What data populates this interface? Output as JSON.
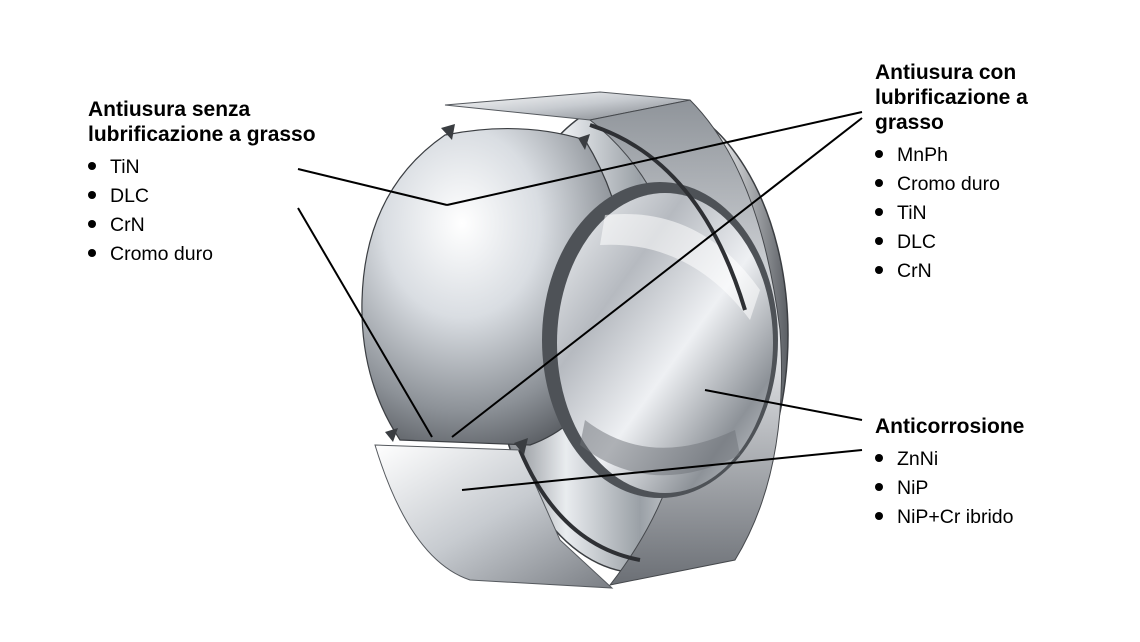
{
  "callouts": {
    "left": {
      "title_line1": "Antiusura senza",
      "title_line2": "lubrificazione a grasso",
      "items": [
        "TiN",
        "DLC",
        "CrN",
        "Cromo duro"
      ]
    },
    "right_top": {
      "title_line1": "Antiusura con",
      "title_line2": "lubrificazione a",
      "title_line3": "grasso",
      "items": [
        "MnPh",
        "Cromo duro",
        "TiN",
        "DLC",
        "CrN"
      ]
    },
    "right_bottom": {
      "title_line1": "Anticorrosione",
      "items": [
        "ZnNi",
        "NiP",
        "NiP+Cr ibrido"
      ]
    }
  },
  "colors": {
    "text": "#000000",
    "steel_light": "#f2f4f6",
    "steel_mid": "#a9adb3",
    "steel_dark": "#4a4d52",
    "background": "#ffffff"
  },
  "image": {
    "subject": "spherical-plain-bearing-cutaway"
  }
}
